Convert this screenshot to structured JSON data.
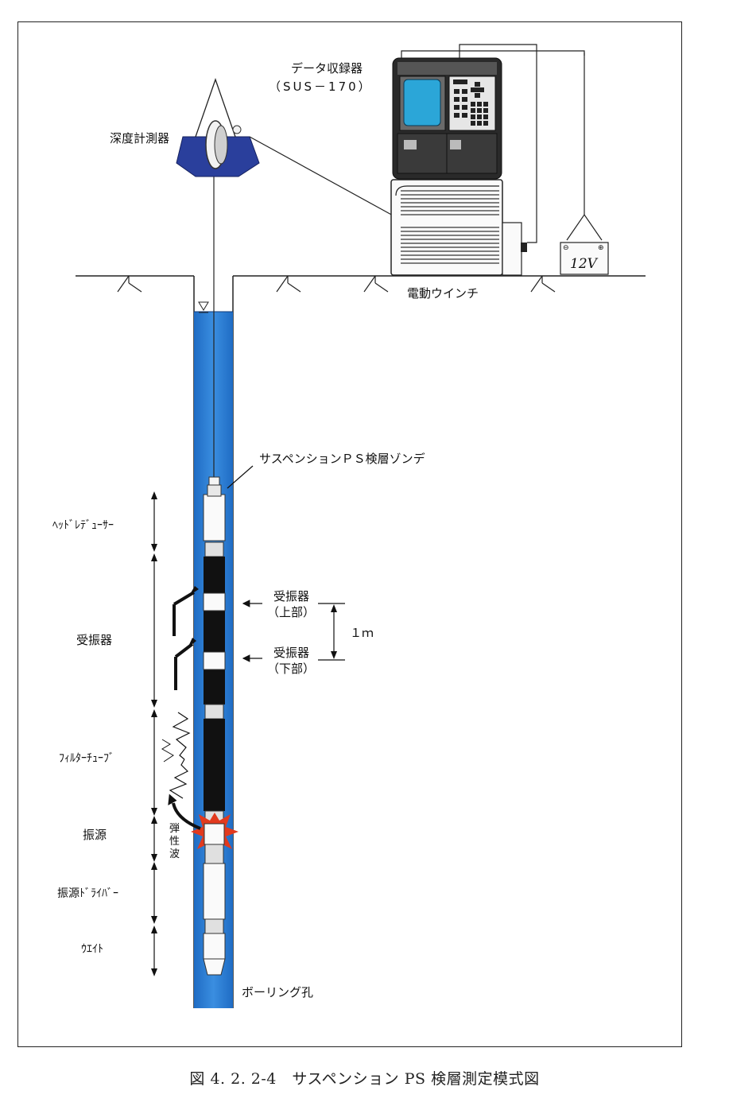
{
  "labels": {
    "depth_meter": "深度計測器",
    "data_recorder": "データ収録器",
    "data_recorder_model": "（SUS－170）",
    "winch": "電動ウインチ",
    "battery": "12V",
    "probe": "サスペンションＰＳ検層ゾンデ",
    "head_reducer": "ﾍｯﾄﾞﾚﾃﾞｭｰｻｰ",
    "receiver_section": "受振器",
    "filter_tube": "ﾌｨﾙﾀｰﾁｭｰﾌﾞ",
    "source": "振源",
    "source_driver": "振源ﾄﾞﾗｲﾊﾞｰ",
    "weight": "ｳｴｲﾄ",
    "receiver_upper_1": "受振器",
    "receiver_upper_2": "（上部）",
    "receiver_lower_1": "受振器",
    "receiver_lower_2": "（下部）",
    "spacing": "１ｍ",
    "elastic_wave_1": "弾",
    "elastic_wave_2": "性",
    "elastic_wave_3": "波",
    "borehole": "ボーリング孔",
    "battery_minus": "⊖",
    "battery_plus": "⊕"
  },
  "caption": "図 4. 2. 2-4　サスペンション PS 検層測定模式図",
  "colors": {
    "water": "#2f7fd6",
    "depth_meter": "#2a3f9c",
    "burst": "#e23a1e"
  }
}
